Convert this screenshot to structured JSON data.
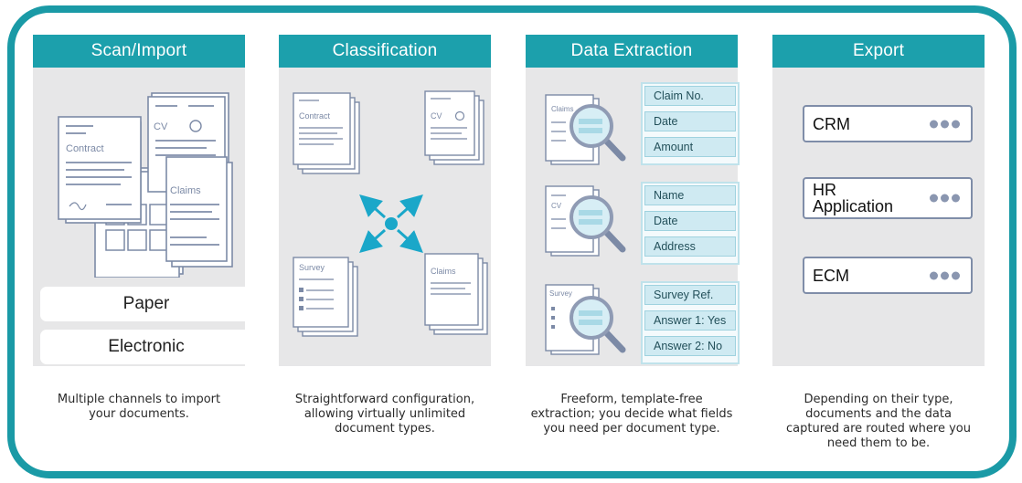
{
  "columns": [
    {
      "title": "Scan/Import",
      "caption": [
        "Multiple channels to import",
        "your documents."
      ],
      "docs": [
        "Contract",
        "CV",
        "Claims"
      ],
      "options": [
        "Paper",
        "Electronic"
      ]
    },
    {
      "title": "Classification",
      "caption": [
        "Straightforward configuration,",
        "allowing virtually unlimited",
        "document types."
      ],
      "docs": [
        "Contract",
        "CV",
        "Survey",
        "Claims"
      ]
    },
    {
      "title": "Data Extraction",
      "caption": [
        "Freeform, template-free",
        "extraction; you decide what fields",
        "you need per document type."
      ],
      "groups": [
        {
          "doc": "Claims",
          "fields": [
            "Claim No.",
            "Date",
            "Amount"
          ]
        },
        {
          "doc": "CV",
          "fields": [
            "Name",
            "Date",
            "Address"
          ]
        },
        {
          "doc": "Survey",
          "fields": [
            "Survey Ref.",
            "Answer 1: Yes",
            "Answer 2: No"
          ]
        }
      ]
    },
    {
      "title": "Export",
      "caption": [
        "Depending on their type,",
        "documents and the data",
        "captured are routed where you",
        "need them to be."
      ],
      "targets": [
        [
          "CRM"
        ],
        [
          "HR",
          "Application"
        ],
        [
          "ECM"
        ]
      ]
    }
  ],
  "colors": {
    "frame": "#1a9aa6",
    "header": "#1ca0ac",
    "panel": "#e7e7e8",
    "accent": "#1aa7c9",
    "doc_stroke": "#7c8aa6"
  }
}
